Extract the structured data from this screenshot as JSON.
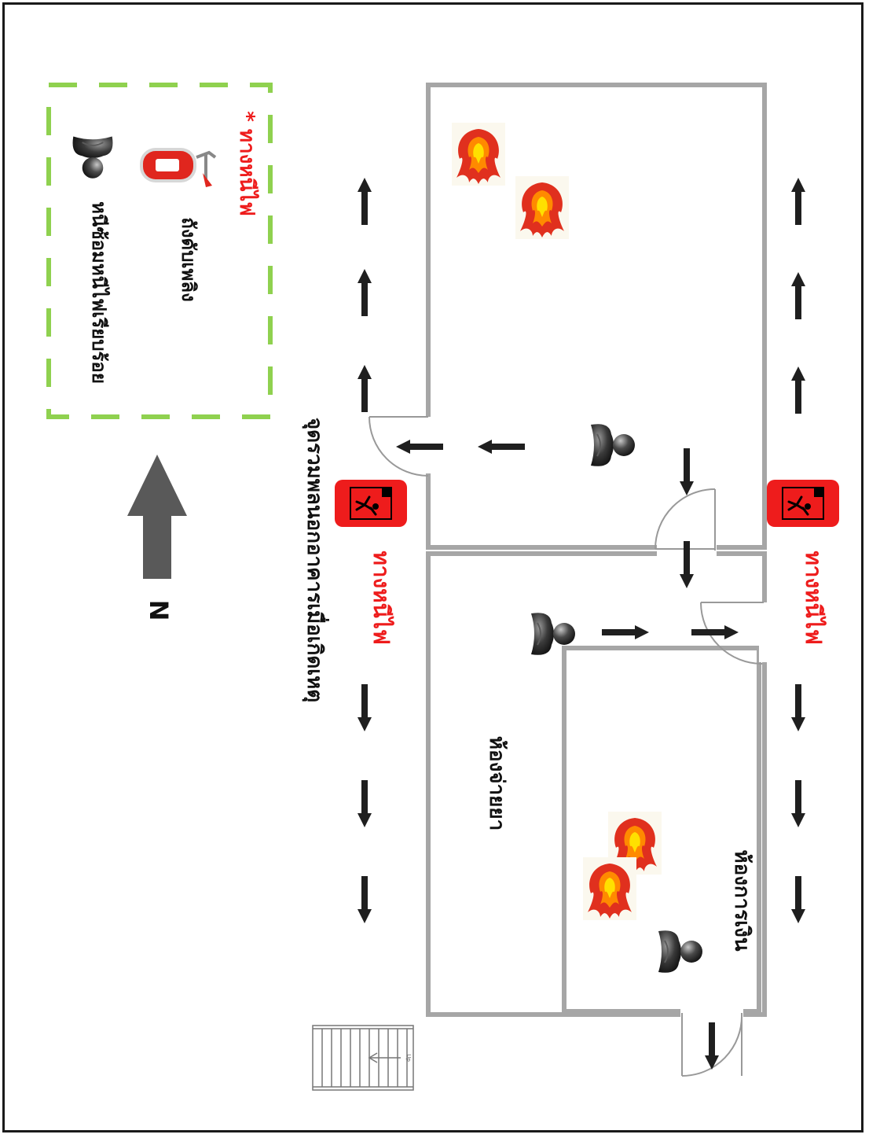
{
  "legend": {
    "person_label": "หนีซ้อมหนีไฟเรียบร้อย",
    "extinguisher_label": "ถังดับเพลิง",
    "note_label": "* ทางหนีไฟ"
  },
  "north_label": "N",
  "rooms": {
    "main_room_label": "ห้องจ่ายยา",
    "cashier_room_label": "ห้องการเงิน"
  },
  "exits": {
    "west_exit_label": "ทางหนีไฟ",
    "east_exit_label": "ทางหนีไฟ",
    "assembly_label": "จุดรวมพลนอกอาคารเมื่อเกิดเหตุ"
  },
  "stairs_label": "Up",
  "colors": {
    "wall": "#a6a6a6",
    "legend_border": "#8fd14f",
    "exit_red": "#ee1c1c",
    "arrow": "#1f1f1f",
    "north_arrow": "#595959",
    "fire_outer": "#e0301e",
    "fire_inner": "#ffd800"
  },
  "icons": {
    "person": "person-icon",
    "extinguisher": "fire-extinguisher-icon",
    "fire": "fire-icon",
    "exit_sign": "emergency-exit-icon",
    "north": "north-arrow-icon",
    "stairs": "stairs-icon"
  }
}
